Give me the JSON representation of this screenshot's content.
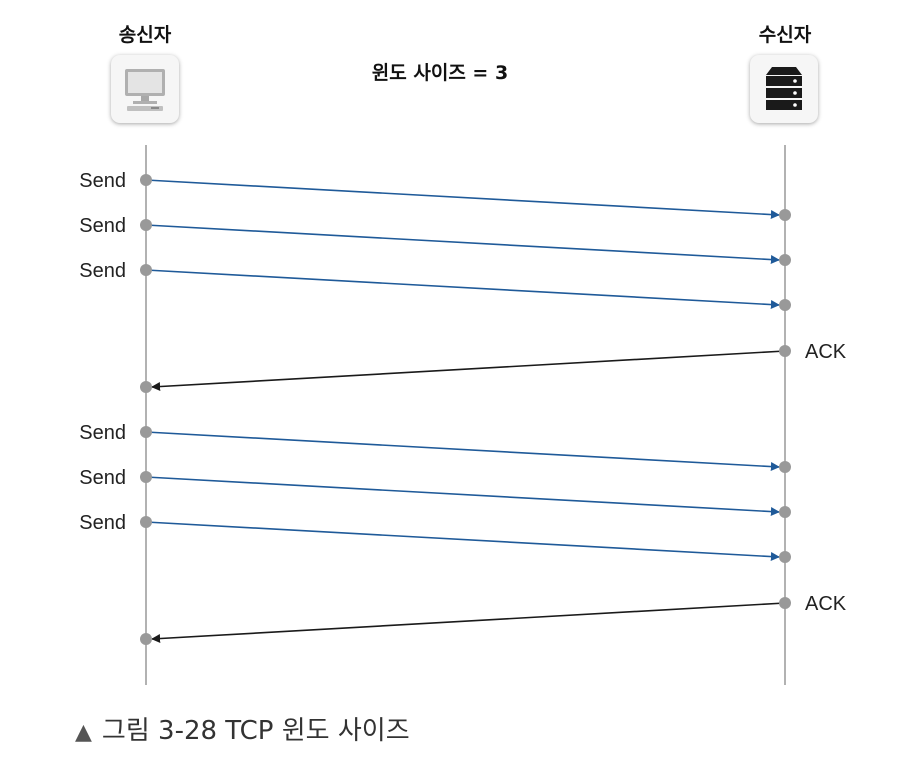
{
  "sender": {
    "title": "송신자",
    "icon": "computer-icon"
  },
  "receiver": {
    "title": "수신자",
    "icon": "server-icon"
  },
  "window_label": "윈도 사이즈 = 3",
  "messages": [
    {
      "label": "Send",
      "direction": "to-receiver"
    },
    {
      "label": "Send",
      "direction": "to-receiver"
    },
    {
      "label": "Send",
      "direction": "to-receiver"
    },
    {
      "label": "ACK",
      "direction": "to-sender"
    },
    {
      "label": "Send",
      "direction": "to-receiver"
    },
    {
      "label": "Send",
      "direction": "to-receiver"
    },
    {
      "label": "Send",
      "direction": "to-receiver"
    },
    {
      "label": "ACK",
      "direction": "to-sender"
    }
  ],
  "caption": {
    "marker": "▲",
    "text": "그림 3-28 TCP 윈도 사이즈"
  },
  "colors": {
    "send_arrow": "#1f5a99",
    "ack_arrow": "#1a1a1a",
    "node": "#999999",
    "lifeline": "#999999"
  }
}
